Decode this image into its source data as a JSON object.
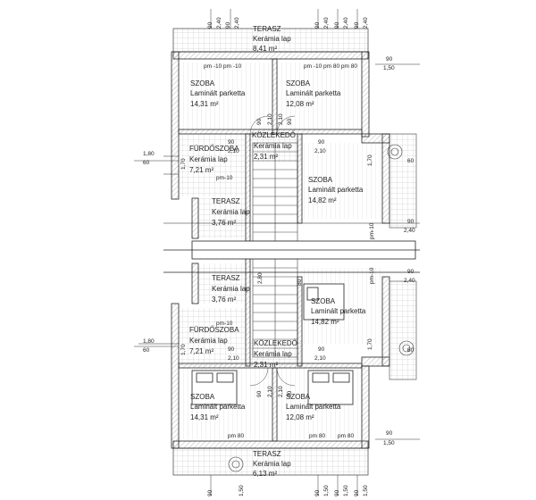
{
  "rooms": [
    {
      "name": "TERASZ",
      "floor": "Kerámia lap",
      "area": "8,41 m²"
    },
    {
      "name": "SZOBA",
      "floor": "Laminált parketta",
      "area": "14,31 m²"
    },
    {
      "name": "SZOBA",
      "floor": "Laminált parketta",
      "area": "12,08 m²"
    },
    {
      "name": "KÖZLEKEDŐ",
      "floor": "Kerámia lap",
      "area": "2,31 m²"
    },
    {
      "name": "FÜRDŐSZOBA",
      "floor": "Kerámia lap",
      "area": "7,21 m²"
    },
    {
      "name": "SZOBA",
      "floor": "Laminált parketta",
      "area": "14,82 m²"
    },
    {
      "name": "TERASZ",
      "floor": "Kerámia lap",
      "area": "3,76 m²"
    },
    {
      "name": "TERASZ",
      "floor": "Kerámia lap",
      "area": "3,76 m²"
    },
    {
      "name": "SZOBA",
      "floor": "Laminált parketta",
      "area": "14,82 m²"
    },
    {
      "name": "FÜRDŐSZOBA",
      "floor": "Kerámia lap",
      "area": "7,21 m²"
    },
    {
      "name": "KÖZLEKEDŐ",
      "floor": "Kerámia lap",
      "area": "2,31 m²"
    },
    {
      "name": "SZOBA",
      "floor": "Laminált parketta",
      "area": "14,31 m²"
    },
    {
      "name": "SZOBA",
      "floor": "Laminált parketta",
      "area": "12,08 m²"
    },
    {
      "name": "TERASZ",
      "floor": "Kerámia lap",
      "area": "6,13 m²"
    }
  ],
  "dims": {
    "d90": "90",
    "d240": "2,40",
    "d150": "1,50",
    "d180": "1,80",
    "d60": "60",
    "d170": "1,70",
    "d210": "2,10",
    "d280": "2,80",
    "d80": "80",
    "pm10": "pm -10",
    "pm80": "pm 80",
    "pm10n": "pm-10",
    "pm10a": "pm -10 pm -10",
    "pm10b": "pm -10 pm 80 pm 80"
  }
}
